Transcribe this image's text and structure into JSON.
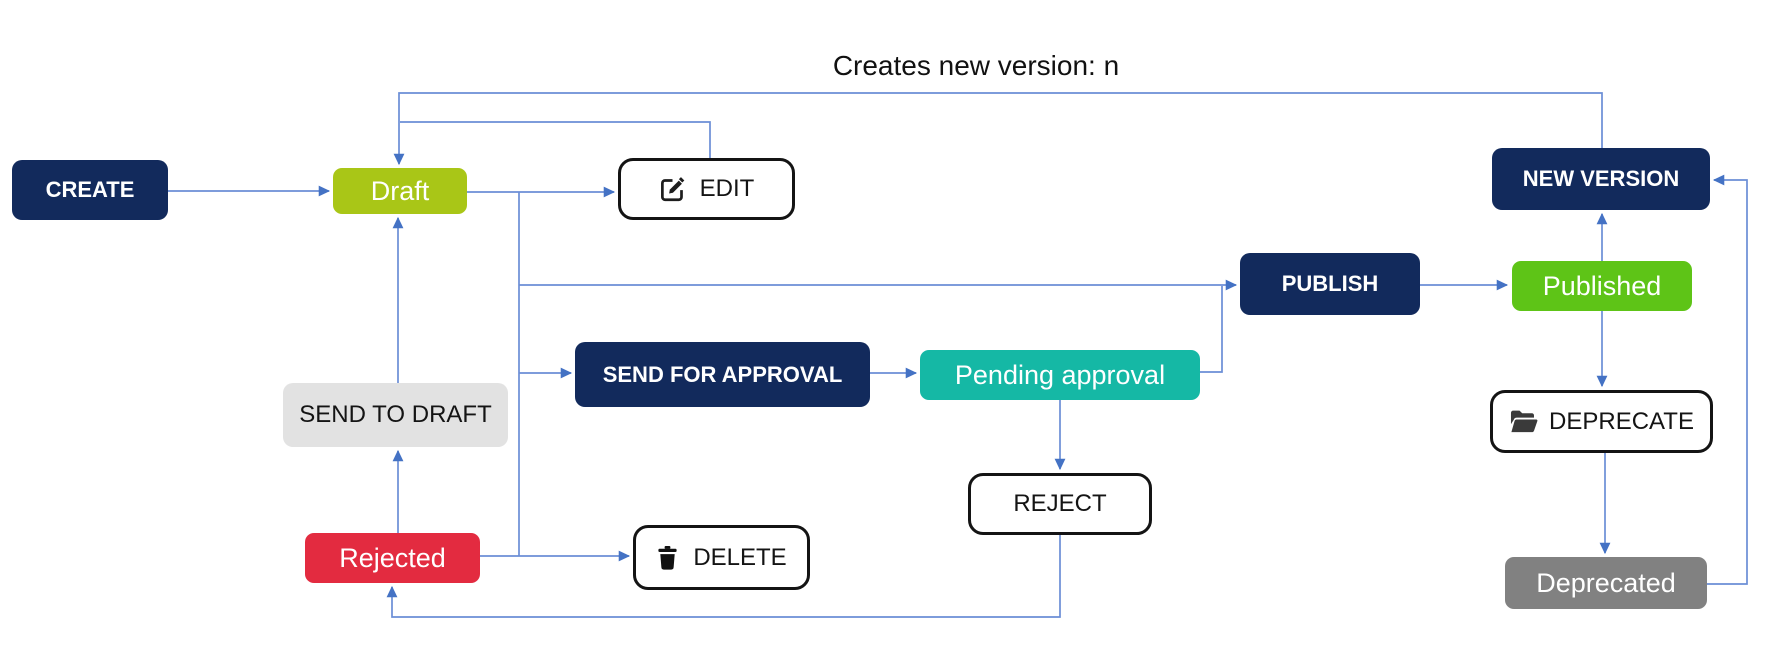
{
  "diagram": {
    "annotation": "Creates new version: n",
    "nodes": [
      {
        "id": "create",
        "label": "CREATE",
        "type": "action-dark"
      },
      {
        "id": "draft",
        "label": "Draft",
        "type": "state",
        "color": "#a9c617"
      },
      {
        "id": "edit",
        "label": "EDIT",
        "type": "action-outline",
        "icon": "edit-icon"
      },
      {
        "id": "send-for-approval",
        "label": "SEND FOR APPROVAL",
        "type": "action-dark"
      },
      {
        "id": "pending-approval",
        "label": "Pending approval",
        "type": "state",
        "color": "#15b8a5"
      },
      {
        "id": "publish",
        "label": "PUBLISH",
        "type": "action-dark"
      },
      {
        "id": "published",
        "label": "Published",
        "type": "state",
        "color": "#5ec417"
      },
      {
        "id": "new-version",
        "label": "NEW VERSION",
        "type": "action-dark"
      },
      {
        "id": "reject",
        "label": "REJECT",
        "type": "action-outline"
      },
      {
        "id": "send-to-draft",
        "label": "SEND TO DRAFT",
        "type": "action-plain"
      },
      {
        "id": "rejected",
        "label": "Rejected",
        "type": "state",
        "color": "#e32b40"
      },
      {
        "id": "delete",
        "label": "DELETE",
        "type": "action-outline",
        "icon": "trash-icon"
      },
      {
        "id": "deprecate",
        "label": "DEPRECATE",
        "type": "action-outline",
        "icon": "folder-open-icon"
      },
      {
        "id": "deprecated",
        "label": "Deprecated",
        "type": "state",
        "color": "#818181"
      }
    ],
    "edges": [
      {
        "from": "CREATE",
        "to": "Draft"
      },
      {
        "from": "Draft",
        "to": "EDIT"
      },
      {
        "from": "EDIT",
        "to": "Draft"
      },
      {
        "from": "Draft",
        "to": "PUBLISH"
      },
      {
        "from": "Draft",
        "to": "SEND FOR APPROVAL"
      },
      {
        "from": "SEND FOR APPROVAL",
        "to": "Pending approval"
      },
      {
        "from": "Pending approval",
        "to": "PUBLISH"
      },
      {
        "from": "Pending approval",
        "to": "REJECT"
      },
      {
        "from": "REJECT",
        "to": "Rejected"
      },
      {
        "from": "Rejected",
        "to": "SEND TO DRAFT"
      },
      {
        "from": "SEND TO DRAFT",
        "to": "Draft"
      },
      {
        "from": "Draft",
        "to": "DELETE"
      },
      {
        "from": "Rejected",
        "to": "DELETE"
      },
      {
        "from": "PUBLISH",
        "to": "Published"
      },
      {
        "from": "Published",
        "to": "NEW VERSION"
      },
      {
        "from": "NEW VERSION",
        "to": "Draft",
        "label": "Creates new version: n"
      },
      {
        "from": "Published",
        "to": "DEPRECATE"
      },
      {
        "from": "DEPRECATE",
        "to": "Deprecated"
      },
      {
        "from": "Deprecated",
        "to": "NEW VERSION"
      }
    ],
    "colors": {
      "navy": "#122a5c",
      "lime": "#a9c617",
      "green": "#5ec417",
      "teal": "#15b8a5",
      "red": "#e32b40",
      "gray": "#818181",
      "light_gray": "#e2e2e2",
      "connector": "#6b8ed6",
      "arrowhead": "#4472c4"
    }
  }
}
